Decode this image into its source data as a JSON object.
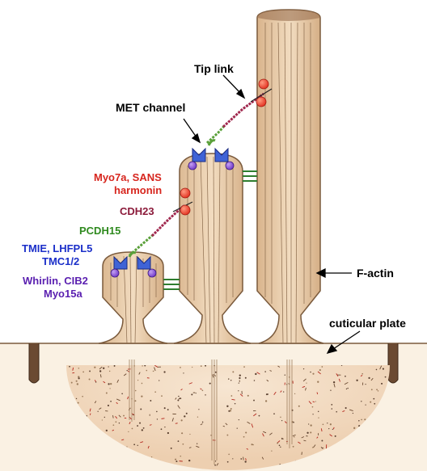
{
  "labels": {
    "tip_link": "Tip link",
    "met_channel": "MET channel",
    "myo7a_sans": "Myo7a, SANS",
    "harmonin": "harmonin",
    "cdh23": "CDH23",
    "pcdh15": "PCDH15",
    "tmie_lhfpl5": "TMIE, LHFPL5",
    "tmc12": "TMC1/2",
    "whirlin_cib2": "Whirlin, CIB2",
    "myo15a": "Myo15a",
    "f_actin": "F-actin",
    "cuticular_plate": "cuticular plate"
  },
  "colors": {
    "stereocilia_fill": "#e8cba8",
    "stereocilia_stroke": "#7a5a3c",
    "cell_body": "#faf1e3",
    "cuticular_plate": "#f3dcc4",
    "cdh23": "#a0284e",
    "pcdh15": "#5aa03a",
    "channel": "#3f63d6",
    "whirlin": "#7a3fd0",
    "myo7a": "#e6372b",
    "link_bars": "#2e7d2e",
    "label_tip_link": "#000000",
    "label_myo7a": "#d7261e",
    "label_cdh23": "#8b1a3a",
    "label_pcdh15": "#2f8a1f",
    "label_tmie": "#1b2fc9",
    "label_whirlin": "#5a1fb0"
  }
}
